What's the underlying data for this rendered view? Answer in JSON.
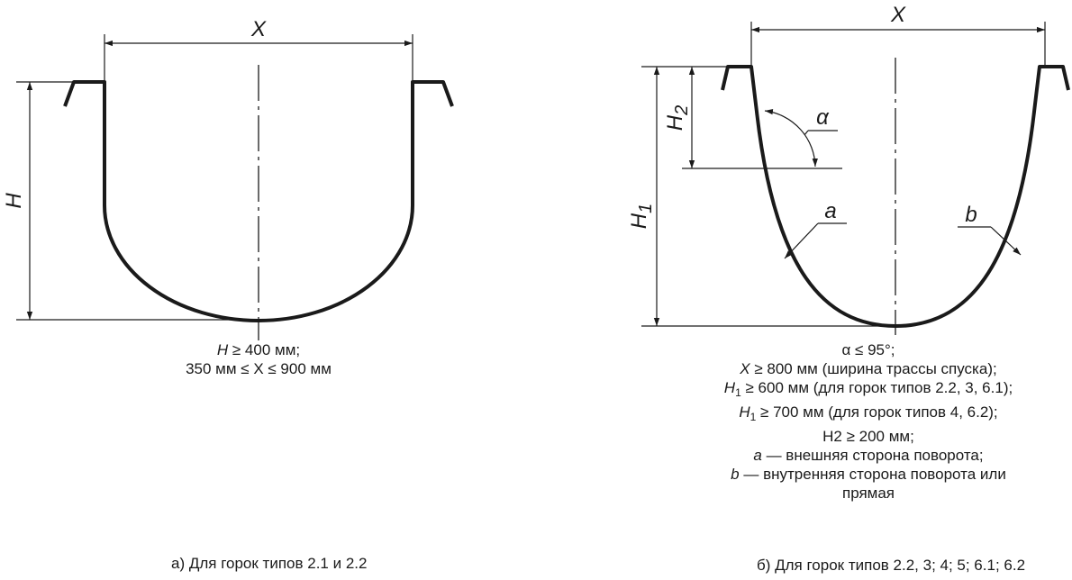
{
  "left": {
    "labels": {
      "width": "X",
      "height": "H"
    },
    "conditions": [
      {
        "sym": "H",
        "sub": "",
        "text": " ≥ 400 мм;"
      },
      {
        "sym": "",
        "sub": "",
        "text": "350 мм ≤ X ≤ 900 мм"
      }
    ],
    "caption": "а) Для горок типов 2.1 и 2.2"
  },
  "right": {
    "labels": {
      "width": "X",
      "height1": "H",
      "height1_sub": "1",
      "height2": "H",
      "height2_sub": "2",
      "angle": "α",
      "side_a": "a",
      "side_b": "b"
    },
    "conditions": [
      {
        "sym": "",
        "sub": "",
        "text": "α ≤ 95°;"
      },
      {
        "sym": "X",
        "sub": "",
        "text": " ≥ 800 мм (ширина трассы спуска);"
      },
      {
        "sym": "H",
        "sub": "1",
        "text": " ≥ 600 мм (для горок типов 2.2, 3, 6.1);"
      },
      {
        "sym": "H",
        "sub": "1",
        "text": " ≥ 700 мм (для горок типов 4, 6.2);"
      },
      {
        "sym": "",
        "sub": "",
        "text": "H2 ≥ 200 мм;"
      },
      {
        "sym": "a",
        "sub": "",
        "text": " — внешняя сторона поворота;"
      },
      {
        "sym": "b",
        "sub": "",
        "text": " — внутренняя сторона поворота или"
      },
      {
        "sym": "",
        "sub": "",
        "text": "прямая"
      }
    ],
    "caption": "б) Для горок типов 2.2, 3; 4; 5; 6.1; 6.2"
  }
}
